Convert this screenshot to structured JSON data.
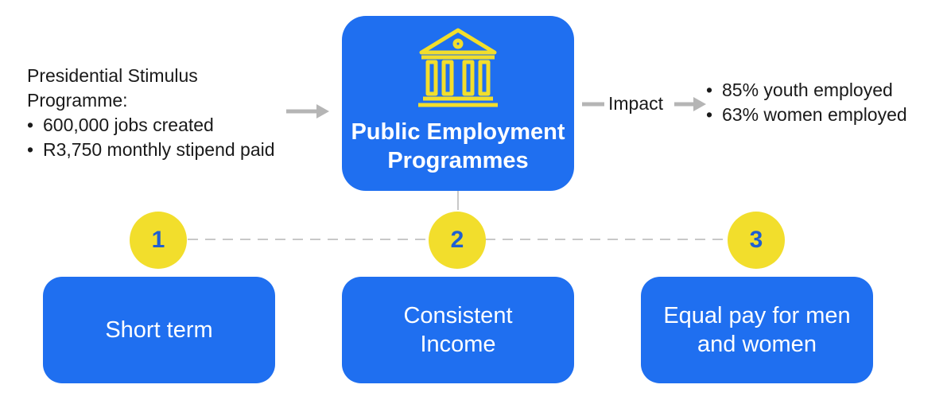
{
  "programme": {
    "title": "Presidential Stimulus",
    "title_line2": "Programme:",
    "bullets": [
      "600,000 jobs created",
      "R3,750 monthly stipend paid"
    ]
  },
  "main": {
    "title_line1": "Public Employment",
    "title_line2": "Programmes",
    "icon": "bank-building-icon"
  },
  "impact": {
    "label": "Impact",
    "bullets": [
      "85% youth employed",
      "63% women employed"
    ]
  },
  "features": [
    {
      "number": "1",
      "label": "Short term"
    },
    {
      "number": "2",
      "label": "Consistent\nIncome"
    },
    {
      "number": "3",
      "label": "Equal pay for men\nand women"
    }
  ],
  "colors": {
    "box_blue": "#1f6ff0",
    "circle_yellow": "#f2de2c",
    "number_blue": "#1f5fd1",
    "icon_yellow": "#f2de2c",
    "connector_gray": "#b5b5b5"
  }
}
